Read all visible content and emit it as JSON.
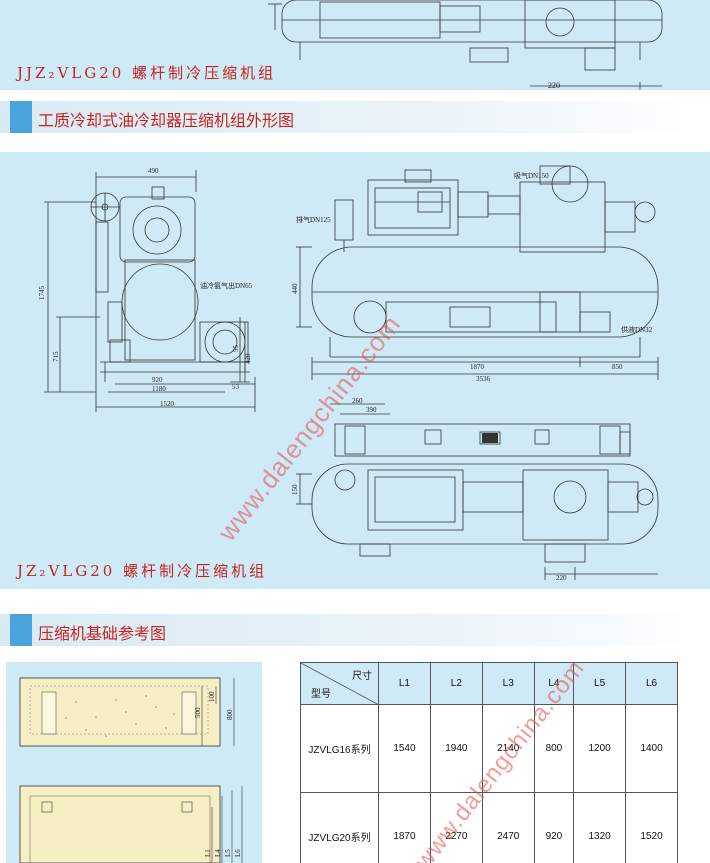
{
  "top_unit": {
    "caption": "JJZ₂VLG20 螺杆制冷压缩机组",
    "dims": {
      "d220": "220"
    }
  },
  "section1": {
    "title": "工质冷却式油冷却器压缩机组外形图"
  },
  "diagram": {
    "labels": {
      "suction": "吸气DN150",
      "discharge": "排气DN125",
      "oil_cool_outlet": "油冷氨气出DN65",
      "supply": "供液DN32"
    },
    "dims": {
      "d490": "490",
      "d1745": "1745",
      "d715": "715",
      "d420": "420",
      "d55": "55",
      "d920": "920",
      "d1180": "1180",
      "d53": "53",
      "d1520": "1520",
      "d440": "440",
      "d1870": "1870",
      "d850": "850",
      "d3536": "3536",
      "d260": "260",
      "d390": "390",
      "d150": "150",
      "d220": "220"
    },
    "caption": "JZ₂VLG20 螺杆制冷压缩机组"
  },
  "section2": {
    "title": "压缩机基础参考图"
  },
  "foundation": {
    "dims": {
      "d500": "500",
      "d100": "100",
      "d800": "800",
      "L1": "L1",
      "L4": "L4",
      "L5": "L5",
      "L6": "L6"
    }
  },
  "table": {
    "header_size": "尺寸",
    "header_model": "型号",
    "columns": [
      "L1",
      "L2",
      "L3",
      "L4",
      "L5",
      "L6"
    ],
    "rows": [
      {
        "model": "JZVLG16系列",
        "values": [
          "1540",
          "1940",
          "2140",
          "800",
          "1200",
          "1400"
        ]
      },
      {
        "model": "JZVLG20系列",
        "values": [
          "1870",
          "2270",
          "2470",
          "920",
          "1320",
          "1520"
        ]
      }
    ]
  },
  "watermark": "www.dalengchina.com",
  "colors": {
    "panel": "#cfeaf7",
    "accent": "#4aa4dc",
    "caption": "#c8231f",
    "line": "#333333"
  }
}
